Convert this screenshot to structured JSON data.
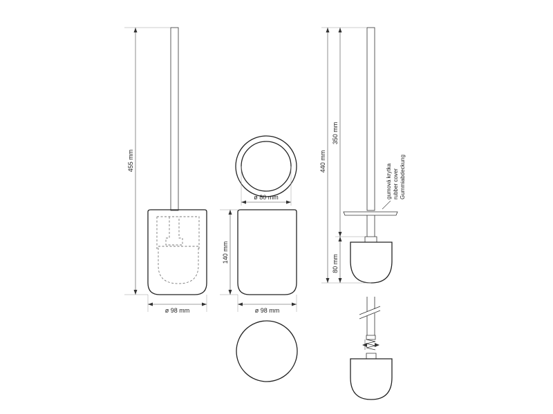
{
  "dimensions": {
    "overall_height": "455 mm",
    "holder_diameter": "ø 98 mm",
    "inner_diameter": "ø 80 mm",
    "holder_height": "140 mm",
    "base_diameter": "ø 98 mm",
    "brush_length": "440 mm",
    "handle_length": "350 mm",
    "head_height": "80 mm"
  },
  "callout": {
    "line1": "gumová krytka",
    "line2": "rubber cover",
    "line3": "Gummiabdeckung"
  }
}
